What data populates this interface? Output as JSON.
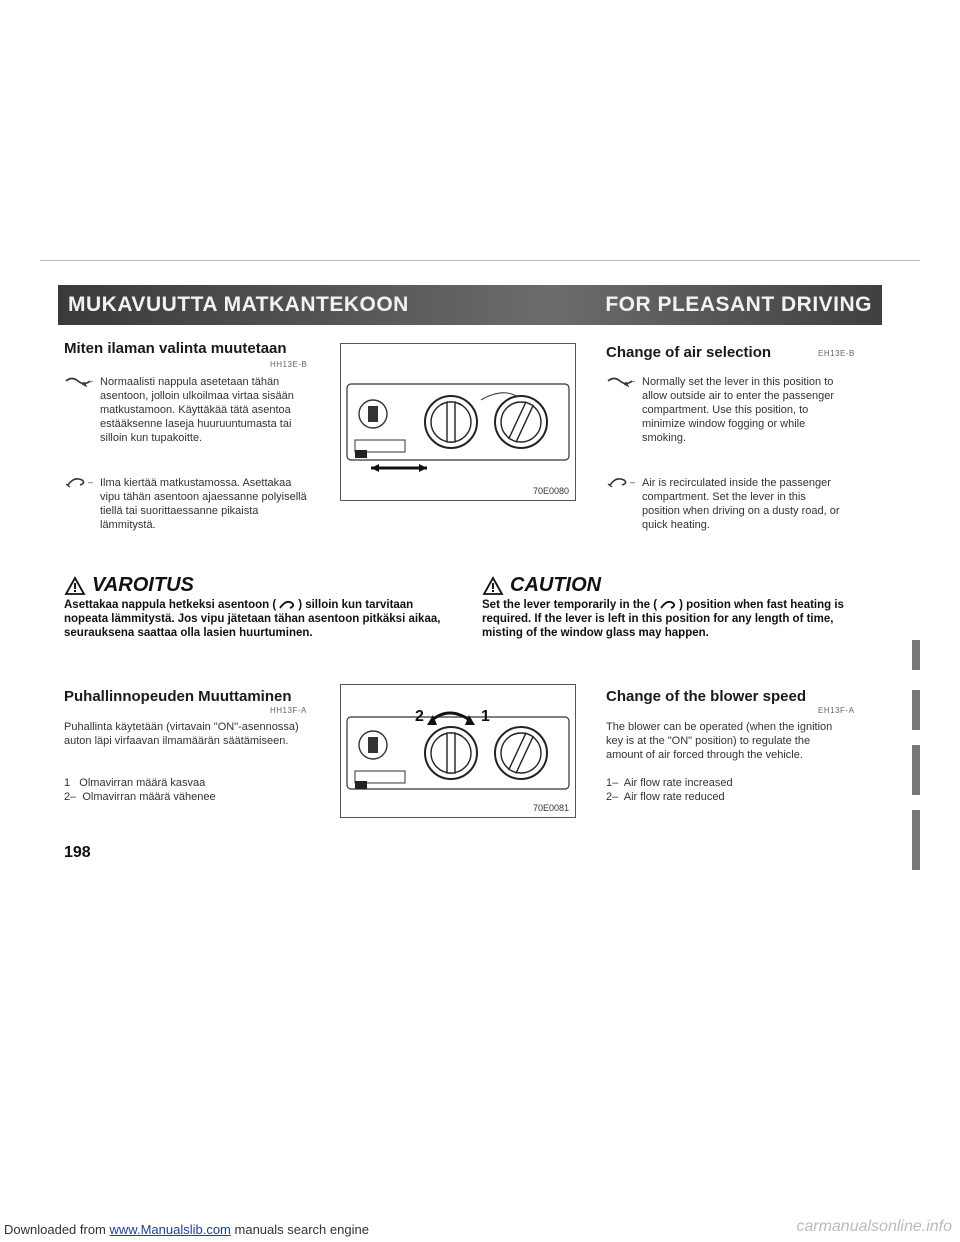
{
  "header": {
    "left": "MUKAVUUTTA MATKANTEKOON",
    "right": "FOR PLEASANT DRIVING"
  },
  "fi_air": {
    "title": "Miten ilaman valinta muutetaan",
    "code": "HH13E-B",
    "item1_text": "Normaalisti nappula asetetaan tähän asentoon, jolloin ulkoilmaa virtaa sisään matkustamoon. Käyttäkää tätä asentoa estääksenne laseja huuruuntumasta tai silloin kun tupakoitte.",
    "item2_text": "Ilma kiertää matkustamossa. Asettakaa vipu tähän asentoon ajaessanne polyisellä tiellä tai suorittaessanne pikaista lämmitystä."
  },
  "fig1": {
    "id": "70E0080"
  },
  "en_air": {
    "title": "Change of air selection",
    "code": "EH13E-B",
    "item1_text": "Normally set the lever in this position to allow outside air to enter the passenger compartment. Use this position, to minimize window fogging or while smoking.",
    "item2_text": "Air is recirculated inside the passenger compartment. Set the lever in this position when driving on a dusty road, or quick heating."
  },
  "warning_fi": {
    "title": "VAROITUS",
    "text_a": "Asettakaa nappula hetkeksi asentoon (",
    "text_b": ") silloin kun tarvitaan nopeata lämmitystä. Jos vipu jätetaan tähan asentoon pitkäksi aikaa, seurauksena saattaa olla lasien huurtuminen."
  },
  "warning_en": {
    "title": "CAUTION",
    "text_a": "Set the lever temporarily in the (",
    "text_b": ") position when fast heating is required. If the lever is left in this position for any length of time, misting of the window glass may happen."
  },
  "fi_blower": {
    "title": "Puhallinnopeuden Muuttaminen",
    "code": "HH13F-A",
    "text": "Puhallinta käytetään (virtavain \"ON\"-asennossa) auton läpi virfaavan ilmamäärän säätämiseen.",
    "item1": "1   Olmavirran määrä kasvaa",
    "item2": "2–  Olmavirran määrä vähenee"
  },
  "fig2": {
    "id": "70E0081",
    "label_2": "2",
    "label_1": "1"
  },
  "en_blower": {
    "title": "Change of the blower speed",
    "code": "EH13F-A",
    "text": "The blower can be operated (when the ignition key is at the \"ON\" position) to regulate the amount of air forced through the vehicle.",
    "item1": "1–  Air flow rate increased",
    "item2": "2–  Air flow rate reduced"
  },
  "page_number": "198",
  "footer": {
    "prefix": "Downloaded from",
    "link": "www.Manualslib.com",
    "suffix": "manuals search engine",
    "watermark": "carmanualsonline.info"
  },
  "colors": {
    "header_bg": "#4a4a4a",
    "link": "#1a3ea8"
  }
}
